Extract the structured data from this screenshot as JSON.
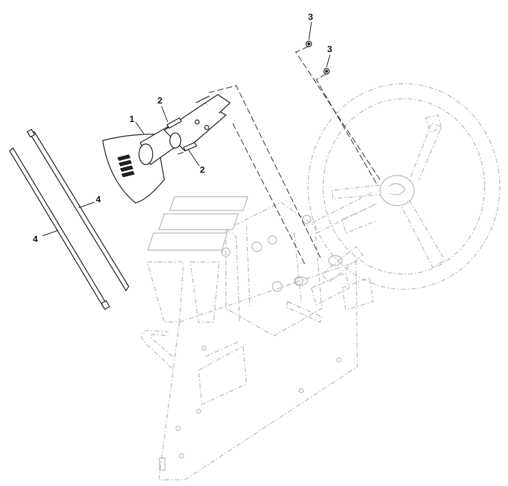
{
  "callouts": {
    "steering_column": "1",
    "screw_upper": "2",
    "screw_lower": "2",
    "nut_upper": "3",
    "nut_lower": "3",
    "cable_tie_right": "4",
    "cable_tie_left": "4"
  },
  "colors": {
    "line": "#111111",
    "ghost": "#b4b4b4",
    "background": "#ffffff"
  }
}
